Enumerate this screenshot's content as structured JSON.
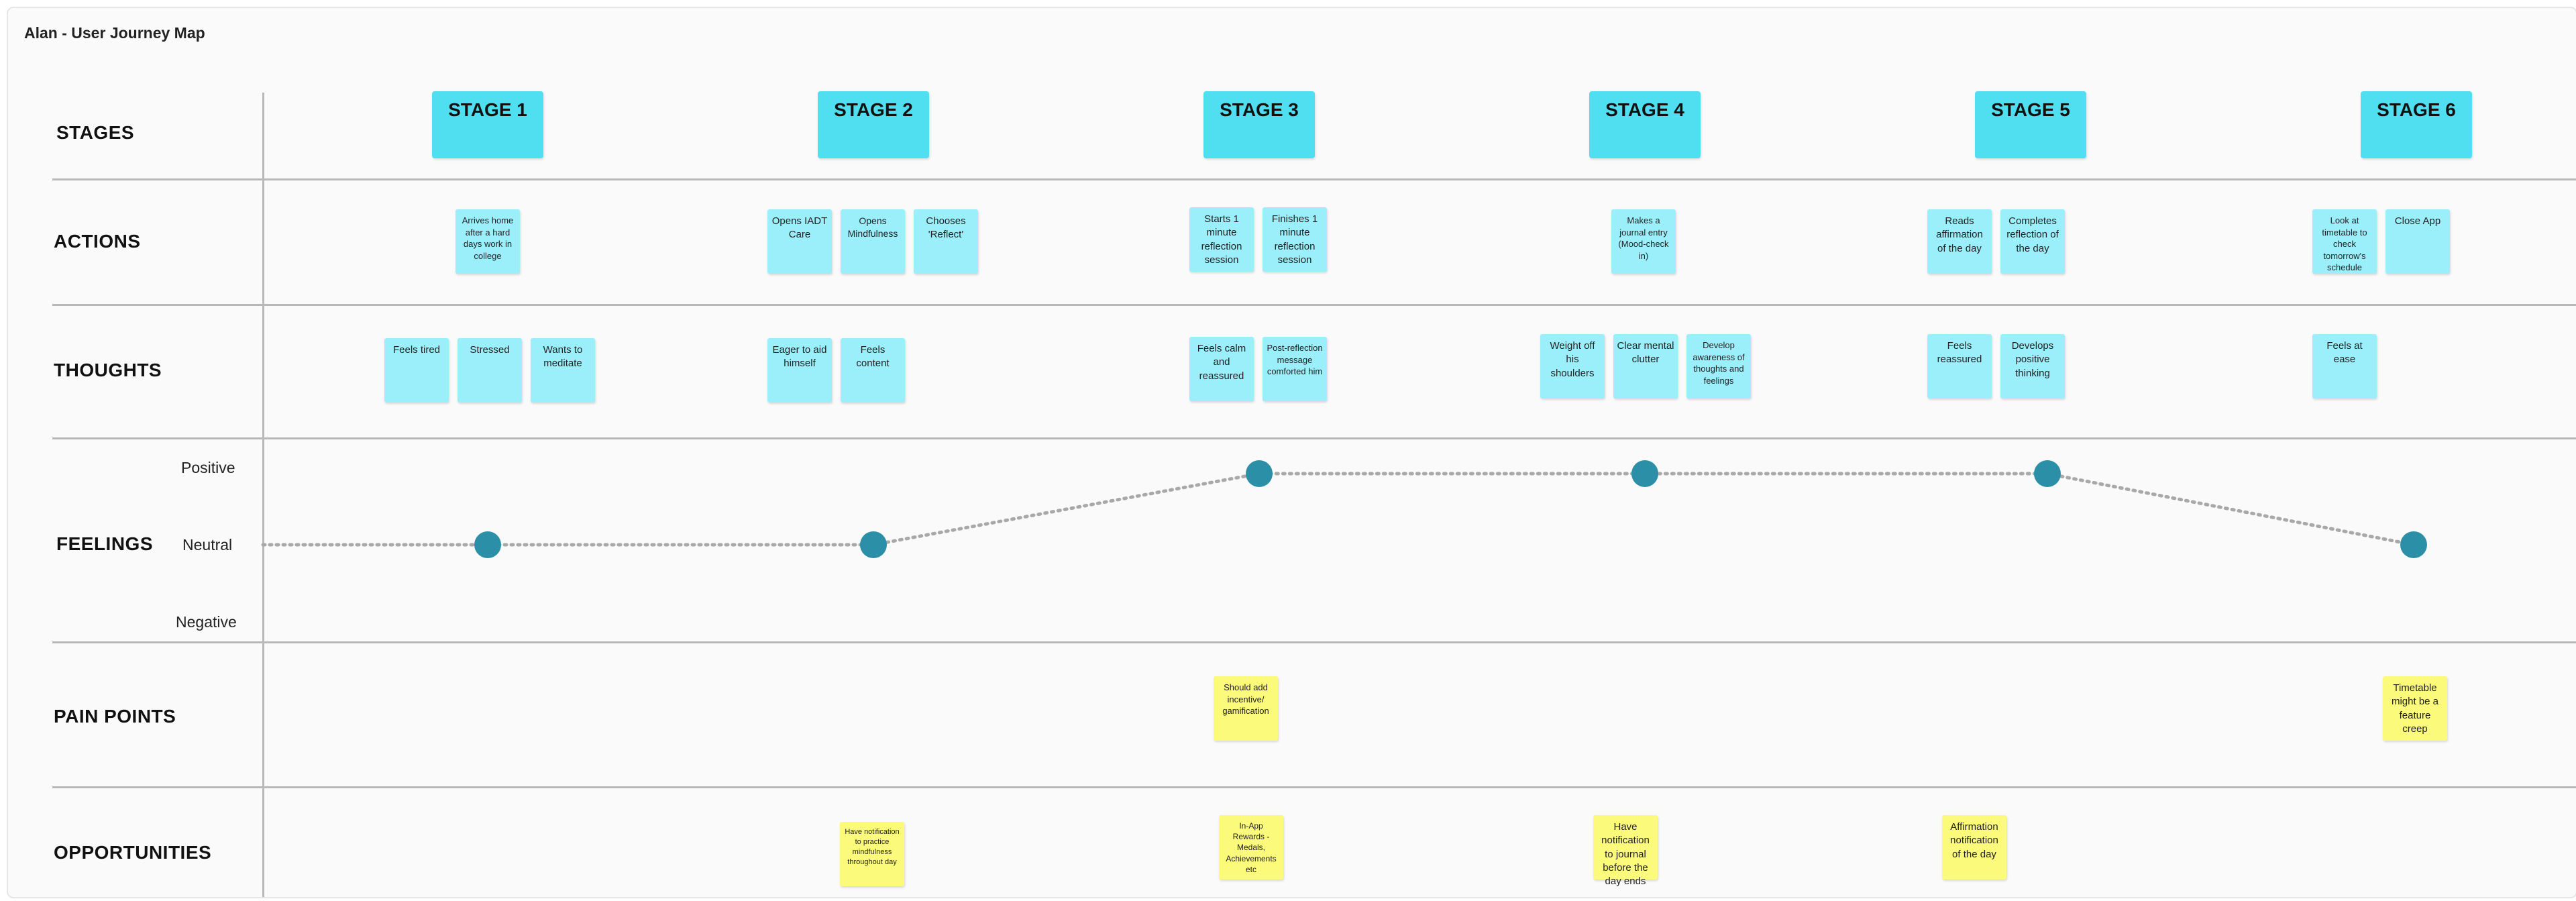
{
  "title": "Alan - User Journey Map",
  "rows": {
    "stages": "STAGES",
    "actions": "ACTIONS",
    "thoughts": "THOUGHTS",
    "feelings": "FEELINGS",
    "pain_points": "PAIN POINTS",
    "opportunities": "OPPORTUNITIES"
  },
  "feeling_levels": {
    "positive": "Positive",
    "neutral": "Neutral",
    "negative": "Negative"
  },
  "stages": [
    "STAGE 1",
    "STAGE 2",
    "STAGE 3",
    "STAGE 4",
    "STAGE 5",
    "STAGE 6"
  ],
  "actions": [
    "Arrives home after a hard days work in college",
    "Opens IADT Care",
    "Opens Mindfulness",
    "Chooses 'Reflect'",
    "Starts 1 minute reflection session",
    "Finishes 1 minute reflection session",
    "Makes a journal entry (Mood-check in)",
    "Reads affirmation of the day",
    "Completes reflection of the day",
    "Look at timetable to check tomorrow's schedule",
    "Close App"
  ],
  "thoughts": [
    "Feels tired",
    "Stressed",
    "Wants to meditate",
    "Eager to aid himself",
    "Feels content",
    "Feels calm and reassured",
    "Post-reflection message comforted him",
    "Weight off his shoulders",
    "Clear mental clutter",
    "Develop awareness of thoughts and feelings",
    "Feels reassured",
    "Develops positive thinking",
    "Feels at ease"
  ],
  "pain_points": [
    "Should add incentive/ gamification",
    "Timetable might be a feature creep"
  ],
  "opportunities": [
    "Have notification to practice mindfulness throughout day",
    "In-App Rewards - Medals, Achievements etc",
    "Have notification to journal before the day ends",
    "Affirmation notification of the day"
  ],
  "feelings": [
    "neutral",
    "neutral",
    "positive",
    "positive",
    "positive",
    "neutral"
  ],
  "colors": {
    "stage": "#4fdff0",
    "note": "#9beffb",
    "sticky": "#fcfa7a",
    "feeling_dot": "#2a8fa7",
    "feeling_line": "#a8a8a8"
  }
}
